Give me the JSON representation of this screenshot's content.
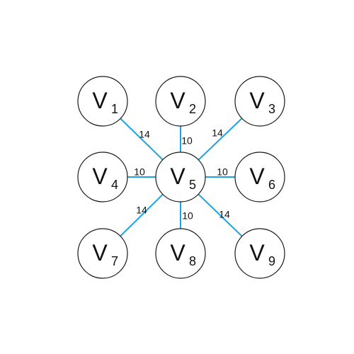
{
  "graph": {
    "edge_color": "#1fa3e0",
    "nodes": [
      {
        "id": "v1",
        "letter": "V",
        "sub": "1"
      },
      {
        "id": "v2",
        "letter": "V",
        "sub": "2"
      },
      {
        "id": "v3",
        "letter": "V",
        "sub": "3"
      },
      {
        "id": "v4",
        "letter": "V",
        "sub": "4"
      },
      {
        "id": "v5",
        "letter": "V",
        "sub": "5"
      },
      {
        "id": "v6",
        "letter": "V",
        "sub": "6"
      },
      {
        "id": "v7",
        "letter": "V",
        "sub": "7"
      },
      {
        "id": "v8",
        "letter": "V",
        "sub": "8"
      },
      {
        "id": "v9",
        "letter": "V",
        "sub": "9"
      }
    ],
    "edges": [
      {
        "from": "v5",
        "to": "v1",
        "weight": "14"
      },
      {
        "from": "v5",
        "to": "v2",
        "weight": "10"
      },
      {
        "from": "v5",
        "to": "v3",
        "weight": "14"
      },
      {
        "from": "v5",
        "to": "v4",
        "weight": "10"
      },
      {
        "from": "v5",
        "to": "v6",
        "weight": "10"
      },
      {
        "from": "v5",
        "to": "v7",
        "weight": "14"
      },
      {
        "from": "v5",
        "to": "v8",
        "weight": "10"
      },
      {
        "from": "v5",
        "to": "v9",
        "weight": "14"
      }
    ]
  }
}
